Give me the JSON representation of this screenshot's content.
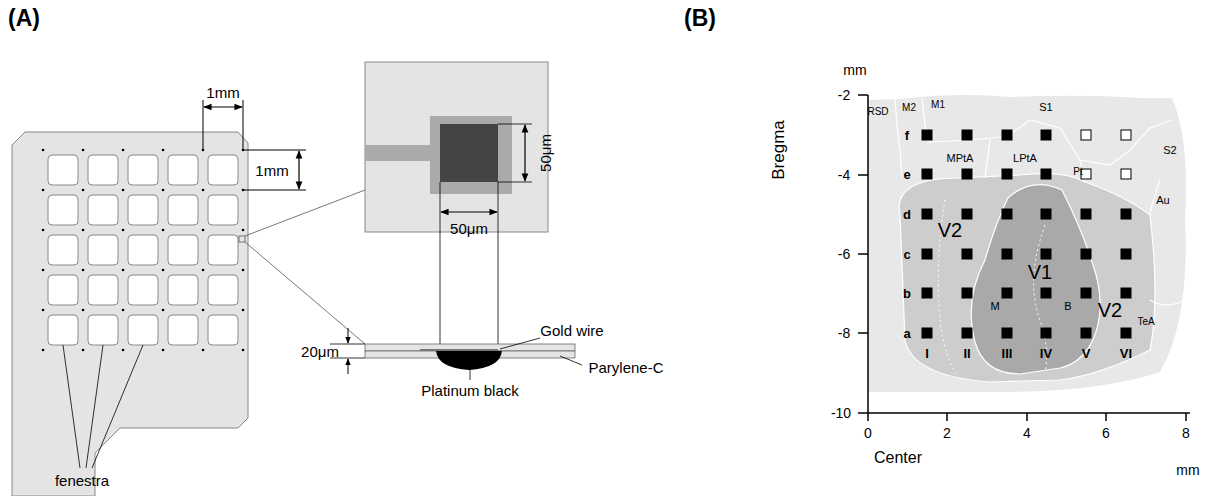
{
  "diagram": {
    "labels": [
      "(A)",
      "1mm",
      "1mm",
      "50μm",
      "50μm",
      "Gold wire",
      "Parylene-C",
      "20μm",
      "Platinum black",
      "fenestra",
      "(B)",
      "mm",
      "Bregma",
      "-2",
      "-4",
      "-6",
      "-8",
      "-10",
      "0",
      "2",
      "4",
      "6",
      "8",
      "Center",
      "mm",
      "RSD",
      "M2",
      "M1",
      "S1",
      "S2",
      "MPtA",
      "LPtA",
      "Pt",
      "Au",
      "V2",
      "V1",
      "V2",
      "M",
      "B",
      "TeA",
      "f",
      "e",
      "d",
      "c",
      "b",
      "a",
      "I",
      "II",
      "III",
      "IV",
      "V",
      "VI"
    ]
  }
}
